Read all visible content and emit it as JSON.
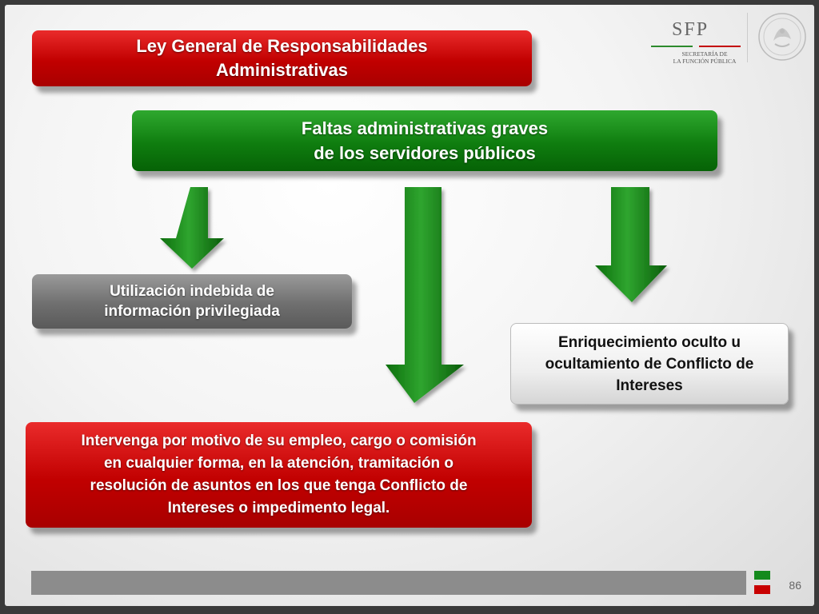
{
  "header": {
    "title_line1": "Ley General de Responsabilidades",
    "title_line2": "Administrativas"
  },
  "logo": {
    "name": "SFP",
    "subtitle_line1": "SECRETARÍA DE",
    "subtitle_line2": "LA FUNCIÓN PÚBLICA",
    "seal_icon": "mexican-coat-of-arms-seal"
  },
  "diagram": {
    "root_line1": "Faltas administrativas graves",
    "root_line2": "de los servidores públicos",
    "branch_left_line1": "Utilización indebida de",
    "branch_left_line2": "información privilegiada",
    "branch_right_line1": "Enriquecimiento oculto u",
    "branch_right_line2": "ocultamiento de Conflicto de",
    "branch_right_line3": "Intereses",
    "branch_center_line1": "Intervenga por motivo de su empleo, cargo o comisión",
    "branch_center_line2": "en cualquier forma, en la atención, tramitación o",
    "branch_center_line3": "resolución de asuntos en los que tenga Conflicto de",
    "branch_center_line4": "Intereses o impedimento legal."
  },
  "colors": {
    "red": "#c10000",
    "green": "#0f7d0f",
    "gray": "#6f6f6f"
  },
  "footer": {
    "page_number": "86"
  }
}
